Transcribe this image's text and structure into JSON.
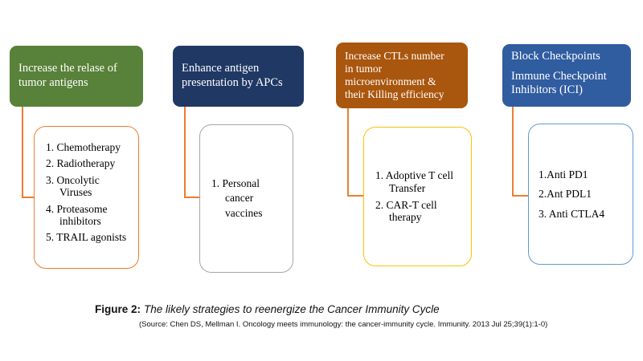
{
  "figure": {
    "label": "Figure 2:",
    "title": "The likely strategies to reenergize the Cancer Immunity Cycle",
    "source": "(Source: Chen DS, Mellman I. Oncology meets immunology: the cancer-immunity cycle. Immunity. 2013 Jul 25;39(1):1-0)"
  },
  "colors": {
    "connector": "#ED7D31",
    "header_release_bg": "#588139",
    "header_apc_bg": "#1F3864",
    "header_ctl_bg": "#A9560E",
    "header_checkpoint_bg": "#305CA0",
    "list_release_border": "#ED7D31",
    "list_vaccines_border": "#A6A6A6",
    "list_tcell_border": "#FFC000",
    "list_ici_border": "#5B9BD5",
    "header_text": "#FFFFFF",
    "list_text": "#000000"
  },
  "columns": [
    {
      "header": "Increase the relase of\ntumor antigens",
      "items": [
        "1. Chemotherapy",
        "2. Radiotherapy",
        "3. Oncolytic\nViruses",
        "4. Proteasome\ninhibitors",
        "5. TRAIL agonists"
      ]
    },
    {
      "header": "Enhance antigen\npresentation by APCs",
      "items": [
        "1. Personal\ncancer\nvaccines"
      ]
    },
    {
      "header": "Increase CTLs number\nin tumor\nmicroenvironment &\ntheir Killing efficiency",
      "items": [
        "1. Adoptive T cell\nTransfer",
        "2. CAR-T cell\ntherapy"
      ]
    },
    {
      "header": "Block Checkpoints",
      "header_line2": "Immune Checkpoint\nInhibitors (ICI)",
      "items": [
        "1.Anti PD1",
        "2.Ant PDL1",
        "3. Anti CTLA4"
      ]
    }
  ]
}
